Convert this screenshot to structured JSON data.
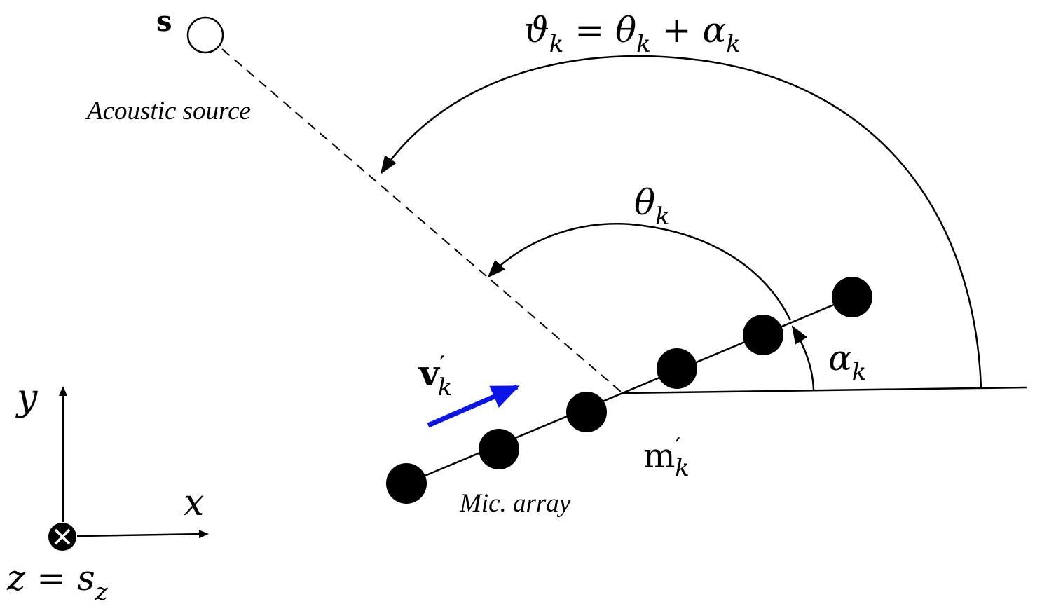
{
  "labels": {
    "source_symbol": "s",
    "source_caption": "Acoustic source",
    "outer_angle_lhs": "ϑ",
    "outer_angle_lhs_sub": "k",
    "outer_angle_eq": " = ",
    "outer_angle_theta": "θ",
    "outer_angle_theta_sub": "k",
    "outer_angle_plus": " + ",
    "outer_angle_alpha": "α",
    "outer_angle_alpha_sub": "k",
    "inner_angle": "θ",
    "inner_angle_sub": "k",
    "alpha": "α",
    "alpha_sub": "k",
    "velocity": "v",
    "velocity_prime": "′",
    "velocity_sub": "k",
    "mic_position": "m",
    "mic_position_prime": "′",
    "mic_position_sub": "k",
    "array_caption": "Mic. array",
    "axis_x": "x",
    "axis_y": "y",
    "axis_z": "z",
    "axis_z_eq": " = ",
    "axis_z_s": "s",
    "axis_z_sub": "z"
  },
  "colors": {
    "ink": "#000000",
    "velocity_arrow": "#0a14e6",
    "background": "#ffffff"
  }
}
